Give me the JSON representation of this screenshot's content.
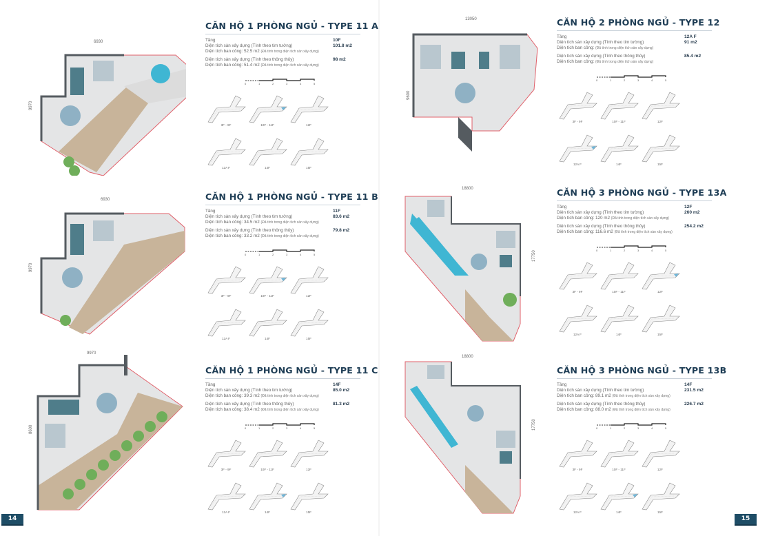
{
  "pages": {
    "left_number": "14",
    "right_number": "15"
  },
  "labels": {
    "floor": "Tầng",
    "area_center": "Diện tích sàn xây dựng (Tính theo tim tường)",
    "area_clear": "Diện tích sàn xây dựng (Tính theo thông thủy)",
    "balcony": "Diện tích ban công:",
    "balcony_note": "(Đã tính trong diện tích sàn xây dựng)"
  },
  "scale_ticks": [
    "0",
    "1",
    "2",
    "3",
    "4",
    "5"
  ],
  "units": [
    {
      "id": "11a",
      "title": "CĂN HỘ 1 PHÒNG NGỦ - TYPE 11 A",
      "floor": "10F",
      "area_center": "101.8 m2",
      "balcony_center": "52.5 m2",
      "area_clear": "98 m2",
      "balcony_clear": "51.4 m2",
      "dims": [
        "6930",
        "9970"
      ],
      "highlight_key": 1,
      "key_labels": [
        "3F - 9F",
        "10F - 11F",
        "12F",
        "12A F",
        "14F",
        "15F"
      ]
    },
    {
      "id": "11b",
      "title": "CĂN HỘ 1 PHÒNG NGỦ - TYPE 11 B",
      "floor": "11F",
      "area_center": "83.6 m2",
      "balcony_center": "34.5 m2",
      "area_clear": "79.8 m2",
      "balcony_clear": "33.2 m2",
      "dims": [
        "6930",
        "9970"
      ],
      "highlight_key": 1,
      "key_labels": [
        "3F - 9F",
        "10F - 11F",
        "12F",
        "12A F",
        "14F",
        "15F"
      ]
    },
    {
      "id": "11c",
      "title": "CĂN HỘ 1 PHÒNG NGỦ - TYPE 11 C",
      "floor": "14F",
      "area_center": "85.0 m2",
      "balcony_center": "39.3 m2",
      "area_clear": "81.3 m2",
      "balcony_clear": "38.4 m2",
      "dims": [
        "9970",
        "8600"
      ],
      "highlight_key": 4,
      "key_labels": [
        "3F - 9F",
        "10F - 11F",
        "12F",
        "12A F",
        "14F",
        "15F"
      ]
    },
    {
      "id": "12",
      "title": "CĂN HỘ 2 PHÒNG NGỦ - TYPE 12",
      "floor": "12A F",
      "area_center": "91 m2",
      "balcony_center": "",
      "area_clear": "85.4 m2",
      "balcony_clear": "",
      "dims": [
        "13050",
        "9600"
      ],
      "highlight_key": 3,
      "key_labels": [
        "3F - 9F",
        "10F - 11F",
        "12F",
        "12A F",
        "14F",
        "15F"
      ]
    },
    {
      "id": "13a",
      "title": "CĂN HỘ 3 PHÒNG NGỦ - TYPE 13A",
      "floor": "12F",
      "area_center": "260 m2",
      "balcony_center": "120 m2",
      "area_clear": "254.2 m2",
      "balcony_clear": "116.6 m2",
      "dims": [
        "18800",
        "17750"
      ],
      "highlight_key": 2,
      "key_labels": [
        "3F - 9F",
        "10F - 11F",
        "12F",
        "12A F",
        "14F",
        "15F"
      ]
    },
    {
      "id": "13b",
      "title": "CĂN HỘ 3 PHÒNG NGỦ - TYPE 13B",
      "floor": "14F",
      "area_center": "231.5 m2",
      "balcony_center": "89.1 m2",
      "area_clear": "226.7 m2",
      "balcony_clear": "88.0 m2",
      "dims": [
        "18800",
        "17750"
      ],
      "highlight_key": 4,
      "key_labels": [
        "3F - 9F",
        "10F - 11F",
        "12F",
        "12A F",
        "14F",
        "15F"
      ]
    }
  ],
  "colors": {
    "title": "#1e3d55",
    "page_badge": "#1e4d66",
    "pool": "#3fb6d3",
    "deck": "#c8b49a",
    "floor": "#e4e5e6",
    "wall": "#555b60",
    "boundary": "#e0606a",
    "greenery": "#6fae5a"
  }
}
